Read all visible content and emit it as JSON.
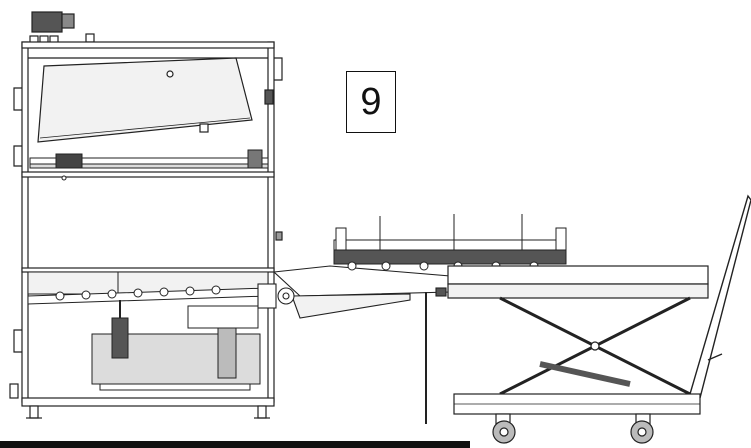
{
  "diagram": {
    "step_label": "9",
    "colors": {
      "line": "#222222",
      "panel_fill": "#f2f2f2",
      "shade_fill": "#dcdcdc",
      "dark_part": "#333333"
    },
    "parts": [
      "machine-frame",
      "hood-panel",
      "rail-track",
      "mid-shelf",
      "lower-conveyor",
      "transfer-arm",
      "drive-unit",
      "lift-table",
      "tray-carriage",
      "handle-bar",
      "caster-wheels"
    ]
  }
}
